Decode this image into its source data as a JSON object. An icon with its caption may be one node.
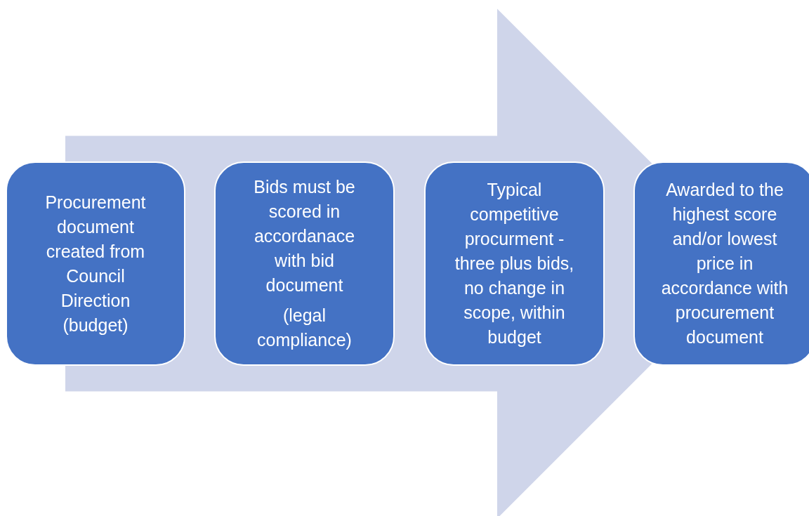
{
  "diagram": {
    "nodes": [
      {
        "text": [
          "Procurement document created from Council Direction (budget)"
        ]
      },
      {
        "text": [
          "Bids must be scored in accordanace with bid document",
          "(legal compliance)"
        ]
      },
      {
        "text": [
          "Typical competitive procurment - three plus bids, no change in scope, within budget"
        ]
      },
      {
        "text": [
          "Awarded to the highest score and/or lowest price in accordance with procurement document"
        ]
      }
    ],
    "edges": [
      {
        "from": 0,
        "to": 3,
        "arrow": "to"
      }
    ]
  }
}
